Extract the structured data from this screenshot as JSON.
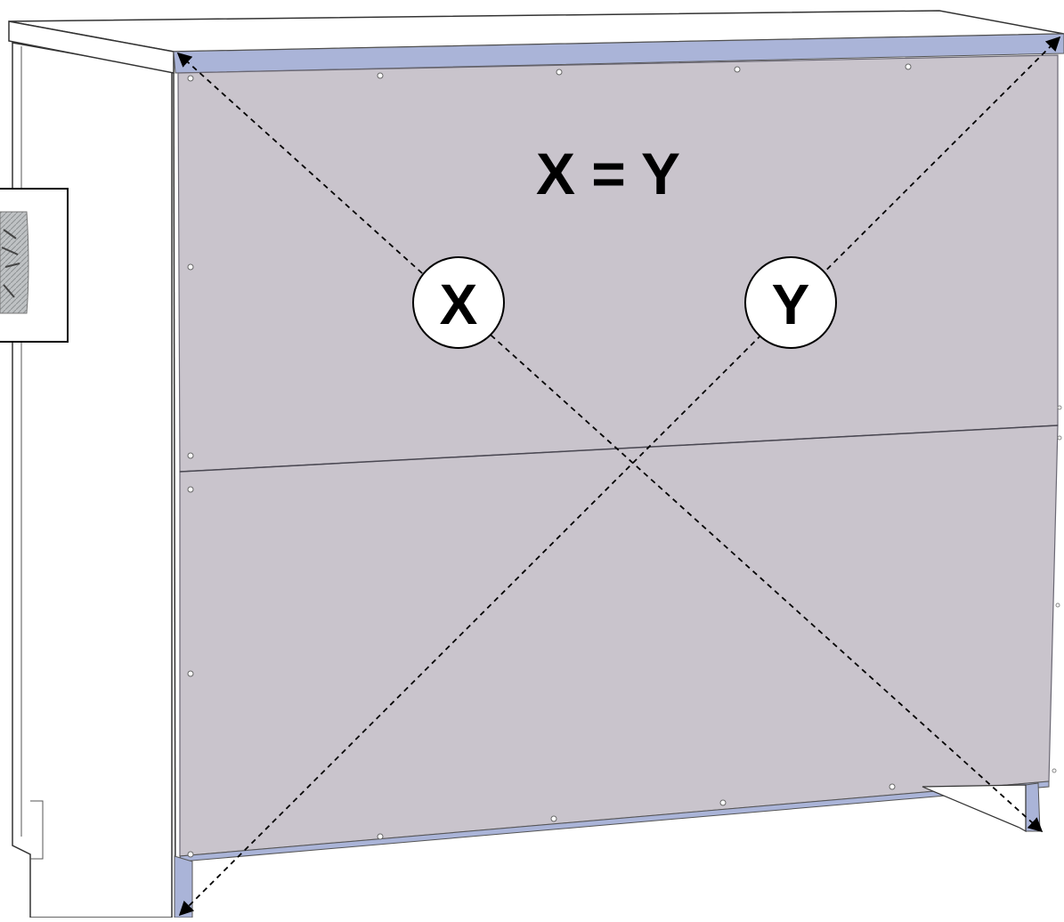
{
  "diagram": {
    "equation": "X = Y",
    "diagonal_x_label": "X",
    "diagonal_y_label": "Y"
  },
  "colors": {
    "panel_fill": "#c9c4cc",
    "panel_edge": "#a7a3b0",
    "trim_blue": "#aab4d8",
    "cabinet_white": "#ffffff",
    "line": "#000000"
  },
  "icons": {
    "inset": "hardware-bag-icon",
    "fastener": "nail-icon",
    "arrowhead": "arrowhead-icon"
  }
}
